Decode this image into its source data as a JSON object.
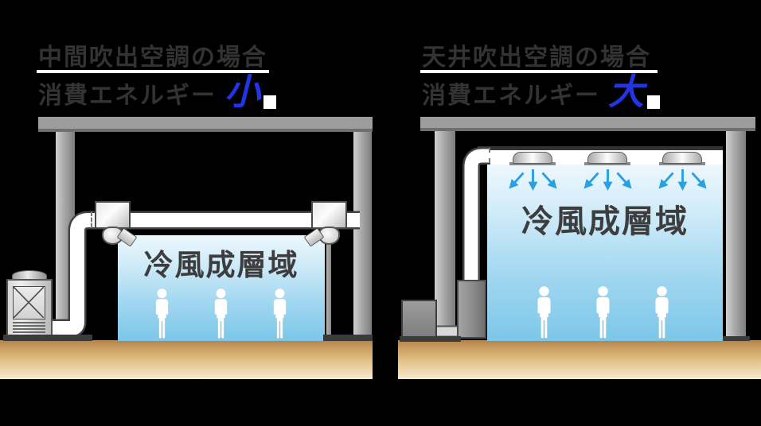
{
  "left_panel": {
    "title": "中間吹出空調の場合",
    "energy_label": "消費エネルギー",
    "energy_value": "小",
    "zone_label": "冷風成層域"
  },
  "right_panel": {
    "title": "天井吹出空調の場合",
    "energy_label": "消費エネルギー",
    "energy_value": "大",
    "zone_label": "冷風成層域"
  },
  "colors": {
    "title_gray": "#333333",
    "energy_value_blue": "#1f35e6",
    "arrow_blue": "#2aa0e2",
    "zone_label_gray": "#3d3d3d",
    "zone_gradient_bottom": "#7cc7e9",
    "ground_top": "#b2834a",
    "ground_bottom": "#f6ead0"
  }
}
